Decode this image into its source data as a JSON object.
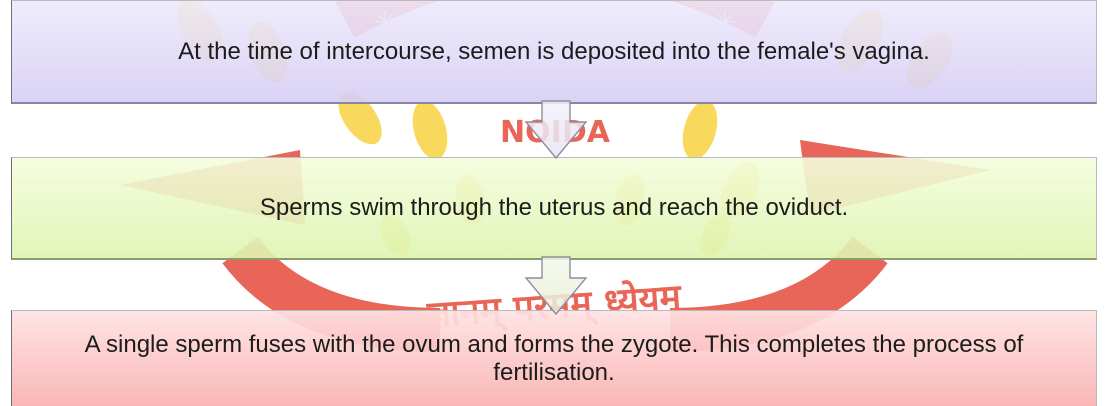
{
  "flow": {
    "steps": [
      {
        "text": "At the time of intercourse, semen is deposited into the female's vagina."
      },
      {
        "text": "Sperms swim through the uterus and reach the oviduct."
      },
      {
        "text": "A single sperm fuses with the ovum and forms the zygote. This completes the process of fertilisation."
      }
    ]
  },
  "watermark": {
    "city": "NOIDA",
    "motto": "ज्ञानम् परमम् ध्येयम्"
  },
  "colors": {
    "step1_fill": "#e2dcf8",
    "step2_fill": "#e8f8c6",
    "step3_fill": "#fcc6c6",
    "watermark_red": "#e23a2a",
    "watermark_yellow": "#f7cf2f"
  }
}
